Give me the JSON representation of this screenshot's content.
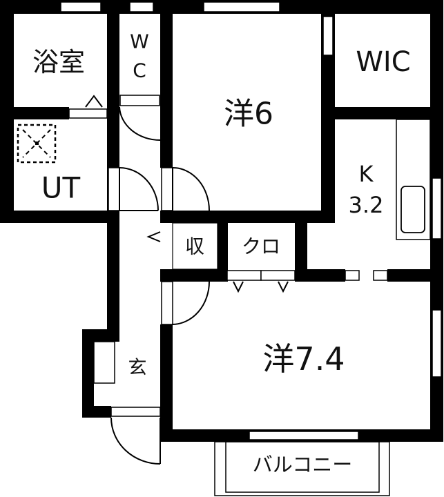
{
  "floorplan": {
    "rooms": {
      "bath": "浴室",
      "wc_w": "W",
      "wc_c": "C",
      "western6": "洋6",
      "wic": "WIC",
      "kitchen_k": "K",
      "kitchen_size": "3.2",
      "utility": "UT",
      "storage": "収",
      "closet": "クロ",
      "western74": "洋7.4",
      "entrance": "玄",
      "balcony": "バルコニー"
    },
    "colors": {
      "wall": "#000000",
      "background": "#ffffff"
    }
  }
}
